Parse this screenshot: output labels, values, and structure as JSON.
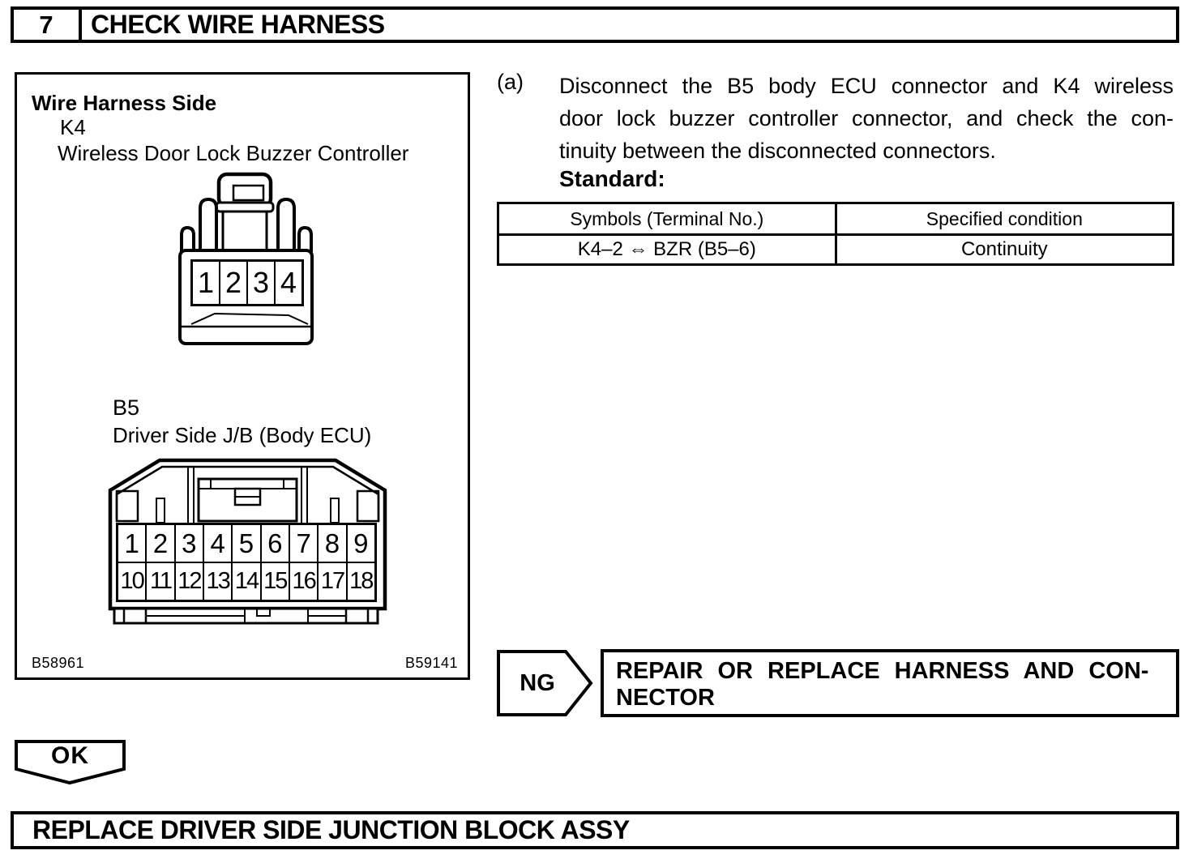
{
  "colors": {
    "ink": "#000000",
    "paper": "#ffffff"
  },
  "header": {
    "step_number": "7",
    "title": "CHECK WIRE HARNESS"
  },
  "figure": {
    "title": "Wire Harness Side",
    "connectors": [
      {
        "code": "K4",
        "name": "Wireless Door Lock Buzzer Controller",
        "pins": [
          "1",
          "2",
          "3",
          "4"
        ]
      },
      {
        "code": "B5",
        "name": "Driver Side J/B (Body ECU)",
        "pins_row1": [
          "1",
          "2",
          "3",
          "4",
          "5",
          "6",
          "7",
          "8",
          "9"
        ],
        "pins_row2": [
          "10",
          "11",
          "12",
          "13",
          "14",
          "15",
          "16",
          "17",
          "18"
        ]
      }
    ],
    "figure_ids": {
      "left": "B58961",
      "right": "B59141"
    }
  },
  "instruction": {
    "marker": "(a)",
    "lines": [
      "Disconnect the B5 body ECU connector and K4 wireless",
      "door lock buzzer controller connector, and check the con-",
      "tinuity between the disconnected connectors."
    ],
    "standard_label": "Standard:"
  },
  "table": {
    "headers": [
      "Symbols (Terminal No.)",
      "Specified condition"
    ],
    "rows": [
      [
        "K4–2 ⇔ BZR (B5–6)",
        "Continuity"
      ]
    ]
  },
  "ng": {
    "label": "NG",
    "action_lines": [
      "REPAIR OR REPLACE HARNESS AND CON-",
      "NECTOR"
    ]
  },
  "ok": {
    "label": "OK"
  },
  "footer": {
    "action": "REPLACE DRIVER SIDE JUNCTION BLOCK ASSY"
  }
}
